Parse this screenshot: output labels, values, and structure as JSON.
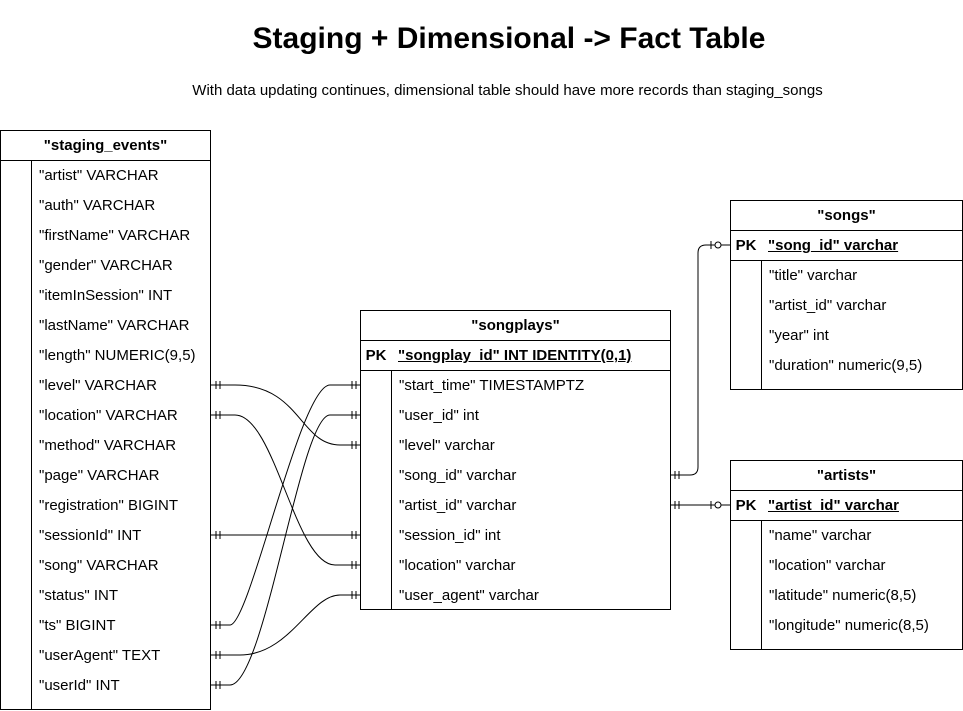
{
  "header": {
    "title": "Staging + Dimensional -> Fact Table",
    "subtitle": "With data updating continues, dimensional table should have more records than staging_songs"
  },
  "tables": {
    "staging_events": {
      "name": "\"staging_events\"",
      "columns": [
        "\"artist\" VARCHAR",
        "\"auth\" VARCHAR",
        "\"firstName\" VARCHAR",
        "\"gender\" VARCHAR",
        "\"itemInSession\" INT",
        "\"lastName\" VARCHAR",
        "\"length\" NUMERIC(9,5)",
        "\"level\" VARCHAR",
        "\"location\" VARCHAR",
        "\"method\" VARCHAR",
        "\"page\" VARCHAR",
        "\"registration\" BIGINT",
        "\"sessionId\" INT",
        "\"song\" VARCHAR",
        "\"status\" INT",
        "\"ts\" BIGINT",
        "\"userAgent\" TEXT",
        "\"userId\" INT"
      ]
    },
    "songplays": {
      "name": "\"songplays\"",
      "pk_label": "PK",
      "pk": "\"songplay_id\" INT IDENTITY(0,1)",
      "columns": [
        "\"start_time\" TIMESTAMPTZ",
        "\"user_id\" int",
        "\"level\" varchar",
        "\"song_id\" varchar",
        "\"artist_id\" varchar",
        "\"session_id\" int",
        "\"location\" varchar",
        "\"user_agent\" varchar"
      ]
    },
    "songs": {
      "name": "\"songs\"",
      "pk_label": "PK",
      "pk": "\"song_id\" varchar",
      "columns": [
        "\"title\" varchar",
        "\"artist_id\" varchar",
        "\"year\" int",
        "\"duration\" numeric(9,5)"
      ]
    },
    "artists": {
      "name": "\"artists\"",
      "pk_label": "PK",
      "pk": "\"artist_id\" varchar",
      "columns": [
        "\"name\" varchar",
        "\"location\" varchar",
        "\"latitude\" numeric(8,5)",
        "\"longitude\" numeric(8,5)"
      ]
    }
  }
}
